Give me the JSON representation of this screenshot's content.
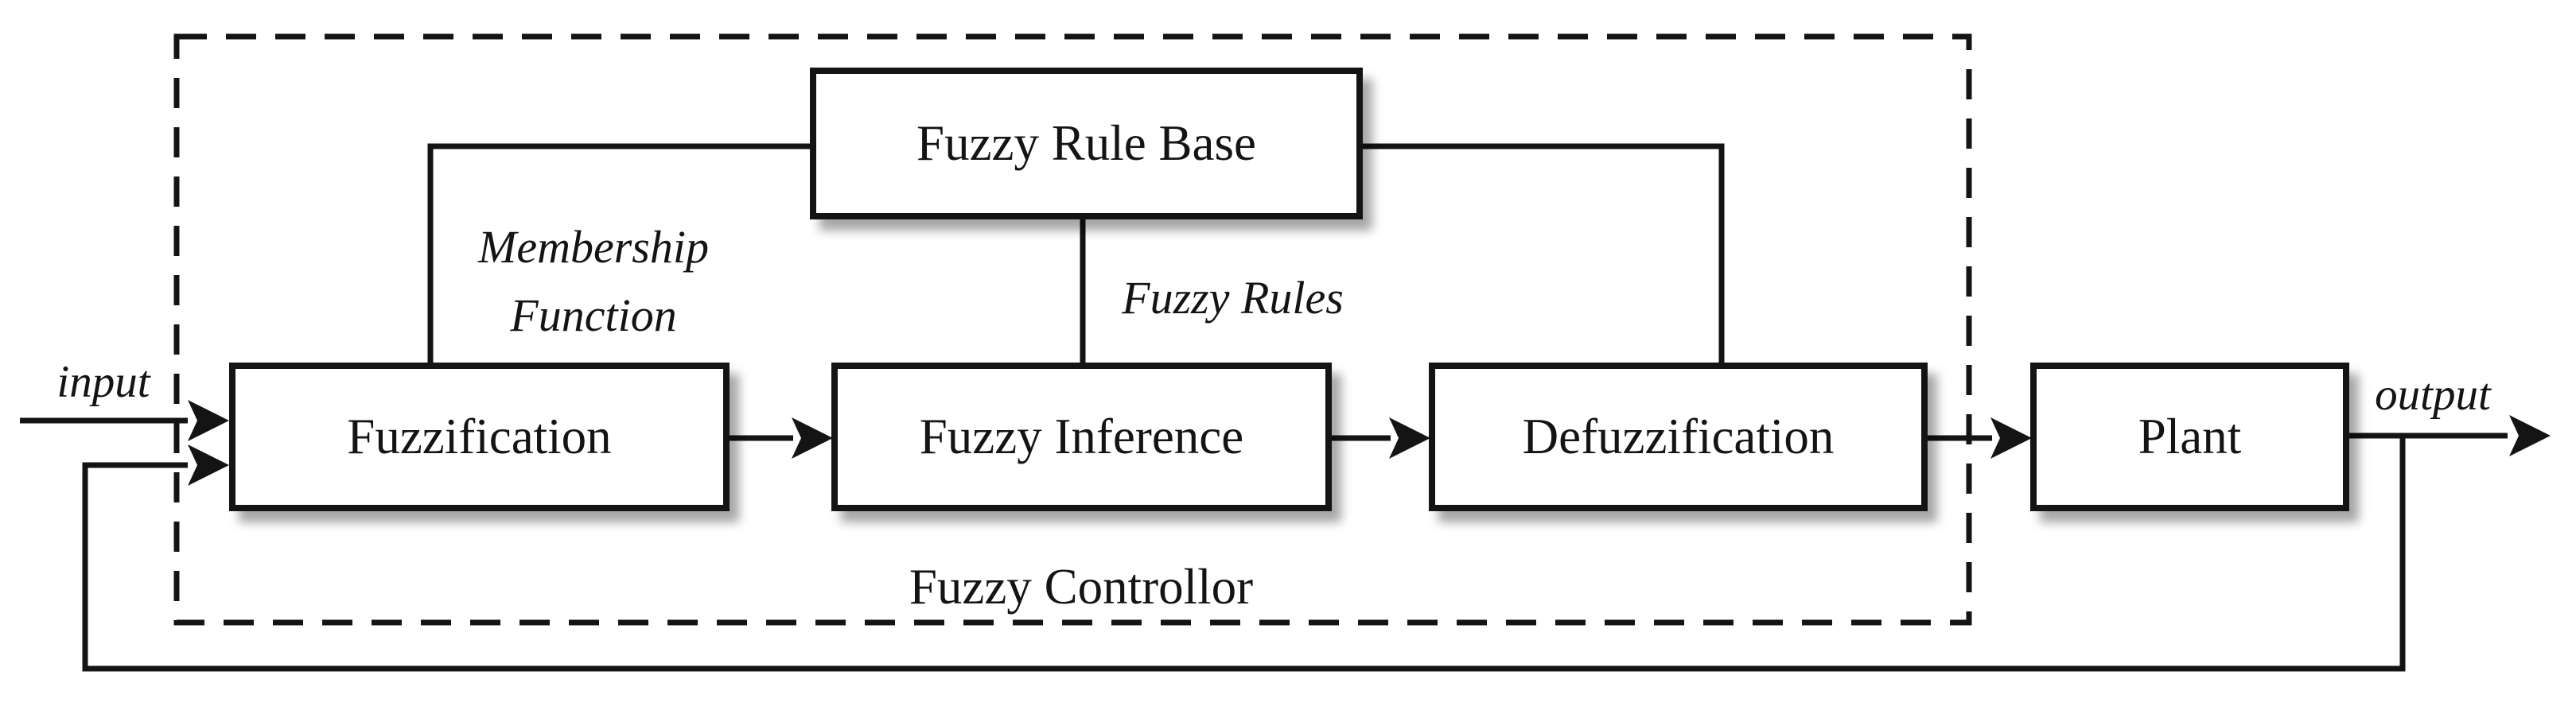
{
  "diagram": {
    "type": "block-diagram",
    "title": "Fuzzy Controllor",
    "container": {
      "label": "Fuzzy Controllor",
      "border_style": "dashed"
    },
    "blocks": {
      "fuzzy_rule_base": {
        "label": "Fuzzy Rule Base"
      },
      "fuzzification": {
        "label": "Fuzzification"
      },
      "fuzzy_inference": {
        "label": "Fuzzy Inference"
      },
      "defuzzification": {
        "label": "Defuzzification"
      },
      "plant": {
        "label": "Plant"
      }
    },
    "edge_labels": {
      "membership_line1": "Membership",
      "membership_line2": "Function",
      "fuzzy_rules": "Fuzzy Rules"
    },
    "io": {
      "input_label": "input",
      "output_label": "output"
    },
    "flow": [
      "input -> Fuzzification",
      "feedback -> Fuzzification",
      "Fuzzy Rule Base -(Membership Function)-> Fuzzification",
      "Fuzzy Rule Base -(Fuzzy Rules)-> Fuzzy Inference",
      "Fuzzy Rule Base -> Defuzzification",
      "Fuzzification -> Fuzzy Inference",
      "Fuzzy Inference -> Defuzzification",
      "Defuzzification -> Plant",
      "Plant -> output",
      "output -> feedback loop"
    ],
    "colors": {
      "line": "#141414",
      "box_border": "#141414",
      "box_fill": "#ffffff",
      "text": "#141414",
      "background": "#ffffff",
      "shadow": "rgba(0,0,0,0.35)"
    }
  }
}
